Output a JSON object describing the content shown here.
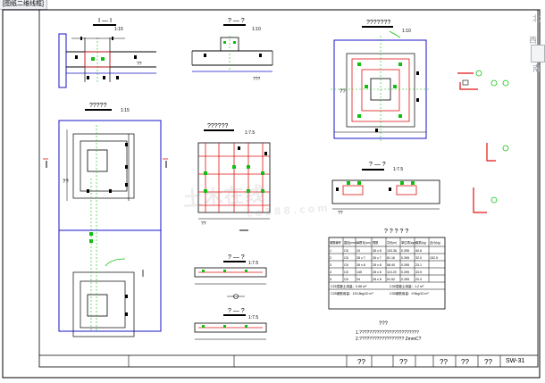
{
  "window": {
    "tab_title": "[图纸二维线框]"
  },
  "viewcube": {
    "north": "北",
    "west": "西",
    "south": "南"
  },
  "watermark": {
    "main": "土木在线",
    "sub": "co188.com"
  },
  "views": {
    "section_1_title": "Ⅰ — Ⅰ",
    "section_1_scale": "1:15",
    "section_2_title": "? — ?",
    "section_2_scale": "1:10",
    "plan_top_title": "???????",
    "plan_top_scale": "1:10",
    "plan_left_title": "?????",
    "plan_left_scale": "1:15",
    "plan_mid_title": "??????",
    "plan_mid_scale": "1:7.5",
    "section_3_title": "? — ?",
    "section_3_scale": "1:7.5",
    "section_4_title": "? — ?",
    "section_4_scale": "1:7.5",
    "section_5_title": "? — ?",
    "section_5_scale": "1:7.5",
    "dim_ppp": "???",
    "dim_pp": "??"
  },
  "table": {
    "title": "? ? ? ? ?",
    "headers": [
      "钢筋编号",
      "直径(mm)",
      "每根长(cm)",
      "根数",
      "共长(m)",
      "单位重(kg/m)",
      "共重(kg)",
      "合计(kg)"
    ],
    "rows": [
      [
        "1",
        "C8",
        "24",
        "38 x 8",
        "103.36",
        "0.395",
        "40.8",
        ""
      ],
      [
        "2",
        "C8",
        "28 x 7",
        "26 x 7",
        "81.16",
        "0.395",
        "32.0",
        "152.5"
      ],
      [
        "3",
        "C8",
        "28 x 8",
        "28 x 8",
        "58.40",
        "0.395",
        "23.1",
        ""
      ],
      [
        "4",
        "C8",
        "145",
        "28 x 8",
        "110.20",
        "0.395",
        "43.5",
        ""
      ],
      [
        "5",
        "C8",
        "34",
        "28 x 8",
        "51.52",
        "0.395",
        "20.4",
        ""
      ]
    ],
    "summary_1": "C25混凝土用量：0.56 m³",
    "summary_2": "C35混凝土用量：1.2 m³",
    "summary_3": "C25钢筋用量：120.8kg/10 m³",
    "summary_4": "C35钢筋用量：9.5kg/10 m³"
  },
  "notes": {
    "title": "???",
    "line_1": "1.????????????????????????",
    "line_2": "2.?????????????????? ZmmC?"
  },
  "title_block": {
    "cells": [
      "??",
      "??",
      "??",
      "??",
      "??"
    ],
    "sheet_no": "SW-31"
  },
  "colors": {
    "frame": "#000000",
    "blue": "#1414c8",
    "red": "#e01414",
    "green": "#10c010",
    "black": "#000000"
  }
}
